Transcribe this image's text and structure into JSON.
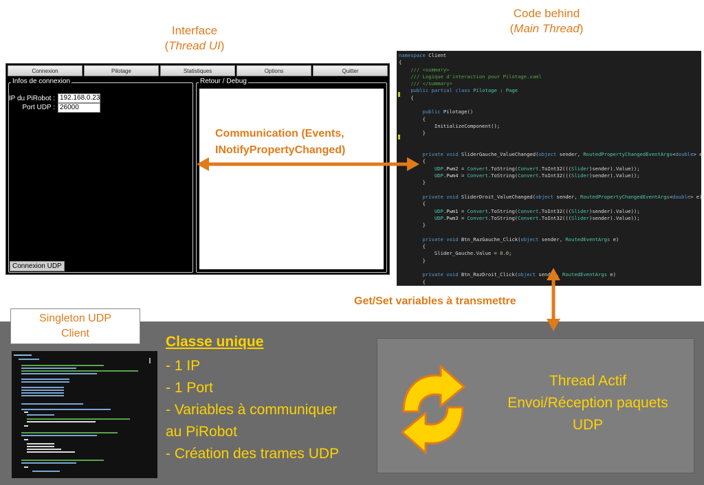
{
  "titles": {
    "interface": "Interface",
    "interface_sub": "Thread UI",
    "code_behind": "Code behind",
    "code_behind_sub": "Main Thread"
  },
  "wpf": {
    "tabs": [
      "Connexion",
      "Pilotage",
      "Statistiques",
      "Options",
      "Quitter"
    ],
    "infos_title": "Infos de connexion",
    "ip_label": "IP du PiRobot :",
    "ip_value": "192.168.0.23",
    "port_label": "Port UDP :",
    "port_value": "26000",
    "connect_button": "Connexion UDP",
    "debug_title": "Retour / Debug"
  },
  "arrows": {
    "communication_line1": "Communication (Events,",
    "communication_line2": "INotifyPropertyChanged)",
    "getset": "Get/Set variables à transmettre"
  },
  "singleton": {
    "line1": "Singleton UDP",
    "line2": "Client"
  },
  "classe": {
    "title": "Classe unique",
    "bullets": [
      "- 1 IP",
      "- 1 Port",
      "- Variables à communiquer",
      "au PiRobot",
      "- Création des trames UDP"
    ]
  },
  "thread": {
    "line1": "Thread Actif",
    "line2": "Envoi/Réception paquets",
    "line3": "UDP"
  },
  "colors": {
    "orange": "#e07b1a",
    "yellow": "#ffd200",
    "panel_gray": "#6b6b6b",
    "code_bg": "#1e1e1e"
  }
}
